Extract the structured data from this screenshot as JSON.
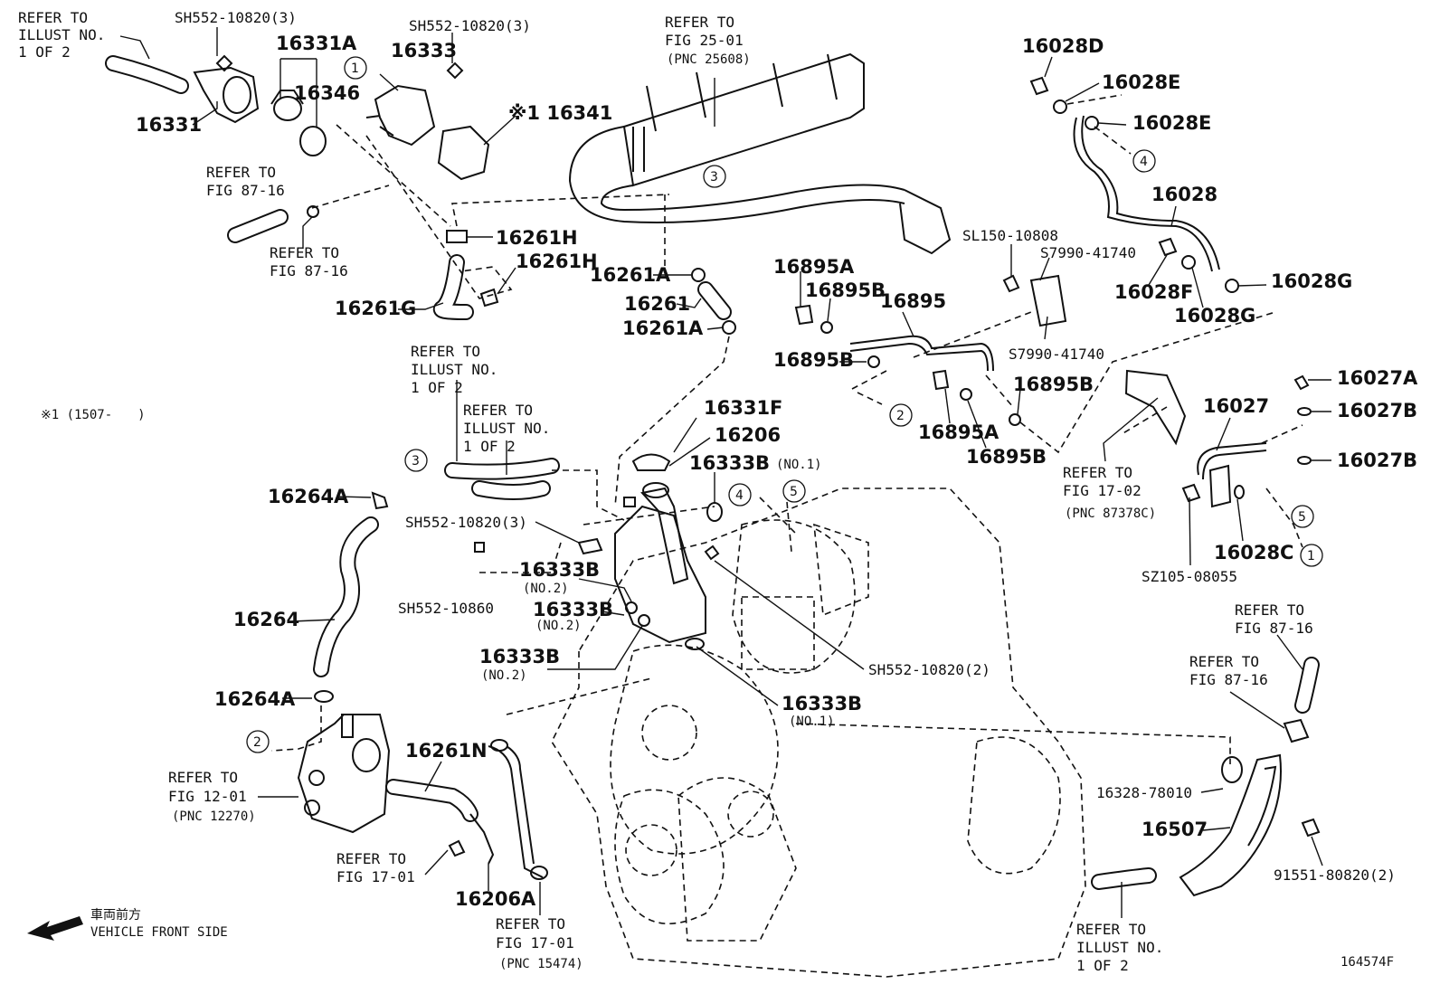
{
  "diagram": {
    "drawing_id": "164574F",
    "footnote": "※1 (1507-　　)",
    "front_side": {
      "jp": "車両前方",
      "en": "VEHICLE FRONT SIDE"
    },
    "part_numbers": [
      "SH552-10820(3)",
      "16331A",
      "16346",
      "16331",
      "16333",
      "SH552-10820(3)",
      "※1 16341",
      "16261H",
      "16261H",
      "16261G",
      "16261A",
      "16261",
      "16261A",
      "16028D",
      "16028E",
      "16028E",
      "16028",
      "SL150-10808",
      "S7990-41740",
      "16028F",
      "16028G",
      "16028G",
      "16895A",
      "16895B",
      "16895",
      "S7990-41740",
      "16895B",
      "16895B",
      "16895A",
      "16895B",
      "16027A",
      "16027B",
      "16027B",
      "16027",
      "16028C",
      "SZ105-08055",
      "16331F",
      "16206",
      "16333B",
      "16264A",
      "SH552-10820(3)",
      "16333B",
      "16333B",
      "SH552-10860",
      "16264",
      "16333B",
      "SH552-10820(2)",
      "16333B",
      "16264A",
      "16261N",
      "16328-78010",
      "16507",
      "91551-80820(2)",
      "16206A"
    ],
    "qualifiers": [
      "(NO.1)",
      "(NO.2)",
      "(NO.2)",
      "(NO.2)",
      "(NO.1)"
    ],
    "references": [
      [
        "REFER TO",
        "ILLUST NO.",
        "1 OF 2"
      ],
      [
        "REFER TO",
        "FIG 25-01",
        "(PNC 25608)"
      ],
      [
        "REFER TO",
        "FIG 87-16"
      ],
      [
        "REFER TO",
        "FIG 87-16"
      ],
      [
        "REFER TO",
        "ILLUST NO.",
        "1 OF 2"
      ],
      [
        "REFER TO",
        "ILLUST NO.",
        "1 OF 2"
      ],
      [
        "REFER TO",
        "FIG 17-02",
        "(PNC 87378C)"
      ],
      [
        "REFER TO",
        "FIG 87-16"
      ],
      [
        "REFER TO",
        "FIG 87-16"
      ],
      [
        "REFER TO",
        "FIG 12-01",
        "(PNC 12270)"
      ],
      [
        "REFER TO",
        "FIG 17-01"
      ],
      [
        "REFER TO",
        "FIG 17-01",
        "(PNC 15474)"
      ],
      [
        "REFER TO",
        "ILLUST NO.",
        "1 OF 2"
      ]
    ],
    "connectors": [
      "1",
      "2",
      "3",
      "4",
      "5"
    ]
  }
}
